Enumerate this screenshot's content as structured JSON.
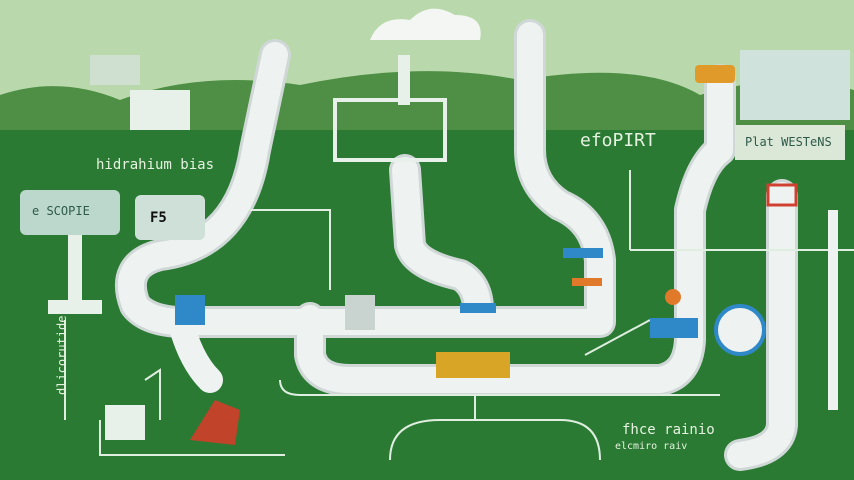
{
  "labels": {
    "top_left": "hidrahium bias",
    "left_box": "e SCOPIE",
    "tank": "F5",
    "center_right": "efoPIRT",
    "right_panel": "Plat WESTeNS",
    "bottom_right": "fhce rainio",
    "bottom_right_sub": "elcmiro raiv",
    "left_vertical": "dlicorutide"
  },
  "colors": {
    "sky": "#b9d9ac",
    "hills": "#4f8f45",
    "ground": "#2b7a34",
    "pipe": "#e9efee",
    "accent_blue": "#2f88c8",
    "accent_yellow": "#d9a526",
    "accent_orange": "#e07a2a"
  }
}
